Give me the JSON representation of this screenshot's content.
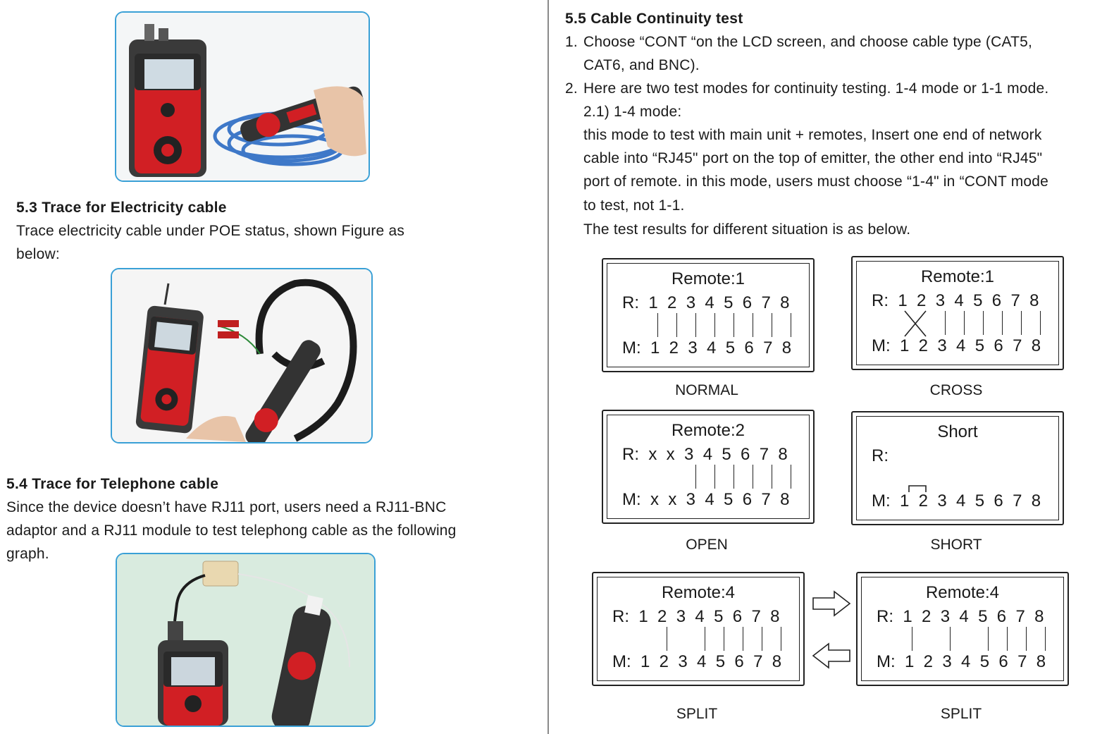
{
  "left": {
    "s53": {
      "title": "5.3 Trace for Electricity cable",
      "lines": [
        "Trace electricity cable under POE status, shown Figure as",
        "below:"
      ]
    },
    "s54": {
      "title": "5.4 Trace for Telephone cable",
      "lines": [
        "Since the device doesn’t have RJ11 port, users need a RJ11-BNC",
        "adaptor and a RJ11 module to test telephong cable as the following",
        "graph."
      ]
    }
  },
  "right": {
    "s55": {
      "title": "5.5 Cable Continuity test",
      "item1_num": "1.",
      "item1_lines": [
        "Choose “CONT “on the LCD screen, and choose cable type (CAT5,",
        "CAT6, and BNC)."
      ],
      "item2_num": "2.",
      "item2_lines": [
        "Here are two test modes for continuity testing. 1-4 mode or 1-1 mode.",
        "2.1) 1-4 mode:",
        "this mode to test with main unit + remotes, Insert one end of network",
        "cable into “RJ45\" port on the top of emitter, the other end into “RJ45\"",
        "port of remote. in this mode, users must choose “1-4\" in “CONT mode",
        "to test, not 1-1.",
        "The test results for different situation is as below."
      ]
    },
    "diagrams": {
      "normal": {
        "title": "Remote:1",
        "r": "R:  1  2  3  4  5  6  7  8",
        "m": "M:  1  2  3  4  5  6  7  8",
        "caption": "NORMAL"
      },
      "cross": {
        "title": "Remote:1",
        "r": "R:  1  2  3  4  5  6  7  8",
        "m": "M:  1  2  3  4  5  6  7  8",
        "caption": "CROSS"
      },
      "open": {
        "title": "Remote:2",
        "r": "R:  x  x  3  4  5  6  7  8",
        "m": "M:  x  x  3  4  5  6  7  8",
        "caption": "OPEN"
      },
      "short": {
        "title": "Short",
        "r": "R:",
        "m": "M:  1  2  3  4  5  6  7  8",
        "caption": "SHORT"
      },
      "split1": {
        "title": "Remote:4",
        "r": "R:  1  2  3  4  5  6  7  8",
        "m": "M:  1  2  3  4  5  6  7  8",
        "caption": "SPLIT"
      },
      "split2": {
        "title": "Remote:4",
        "r": "R:  1  2  3  4  5  6  7  8",
        "m": "M:  1  2  3  4  5  6  7  8",
        "caption": "SPLIT"
      }
    }
  }
}
